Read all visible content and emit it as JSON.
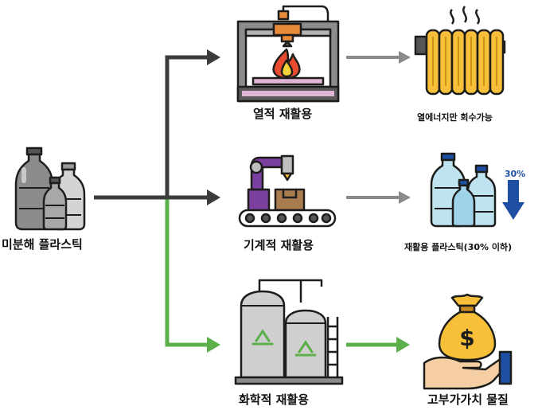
{
  "source": {
    "label": "미분해 플라스틱"
  },
  "branches": [
    {
      "method": "열적 재활용",
      "outcome": "열에너지만 회수가능"
    },
    {
      "method": "기계적 재활용",
      "outcome": "재활용 플라스틱(30% 이하)",
      "badge": "30%"
    },
    {
      "method": "화학적 재활용",
      "outcome": "고부가가치 물질"
    }
  ],
  "colors": {
    "main_arrow": "#3c3c3c",
    "chem_arrow": "#5cb04a",
    "gray_arrow": "#8a8a8a",
    "badge": "#1e4fa3",
    "outline": "#1d1d1b"
  },
  "icons": {
    "source": "plastic-bottles-icon",
    "thermal": "3d-printer-fire-icon",
    "thermal_outcome": "radiator-heater-icon",
    "mechanical": "robot-arm-conveyor-icon",
    "mechanical_outcome": "recycled-bottles-icon",
    "chemical": "chemical-tanks-icon",
    "chemical_outcome": "money-bag-hand-icon"
  }
}
